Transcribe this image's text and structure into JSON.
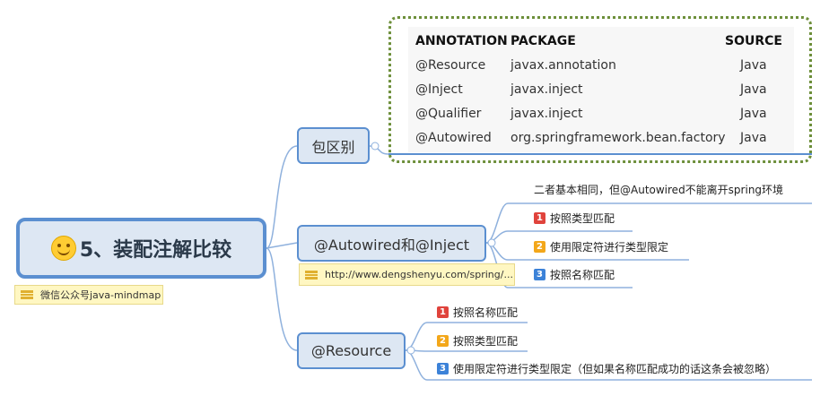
{
  "root": {
    "title": "5、装配注解比较",
    "icon": "smile-emoji-icon",
    "note": "微信公众号java-mindmap"
  },
  "branches": {
    "package_diff": {
      "label": "包区别",
      "table": {
        "headers": [
          "ANNOTATION",
          "PACKAGE",
          "SOURCE"
        ],
        "rows": [
          [
            "@Resource",
            "javax.annotation",
            "Java"
          ],
          [
            "@Inject",
            "javax.inject",
            "Java"
          ],
          [
            "@Qualifier",
            "javax.inject",
            "Java"
          ],
          [
            "@Autowired",
            "org.springframework.bean.factory",
            "Java"
          ]
        ]
      }
    },
    "autowired_inject": {
      "label": "@Autowired和@Inject",
      "link": "http://www.dengshenyu.com/spring/...",
      "children": [
        {
          "num": "",
          "text": "二者基本相同，但@Autowired不能离开spring环境"
        },
        {
          "num": "1",
          "text": "按照类型匹配"
        },
        {
          "num": "2",
          "text": "使用限定符进行类型限定"
        },
        {
          "num": "3",
          "text": "按照名称匹配"
        }
      ]
    },
    "resource": {
      "label": "@Resource",
      "children": [
        {
          "num": "1",
          "text": "按照名称匹配"
        },
        {
          "num": "2",
          "text": "按照类型匹配"
        },
        {
          "num": "3",
          "text": "使用限定符进行类型限定（但如果名称匹配成功的话这条会被忽略）"
        }
      ]
    }
  },
  "colors": {
    "node_fill": "#dde7f3",
    "node_border": "#5b8fd0",
    "connector": "#8fb1dd",
    "note_fill": "#fff7c2",
    "table_border": "#6d8f3a"
  }
}
